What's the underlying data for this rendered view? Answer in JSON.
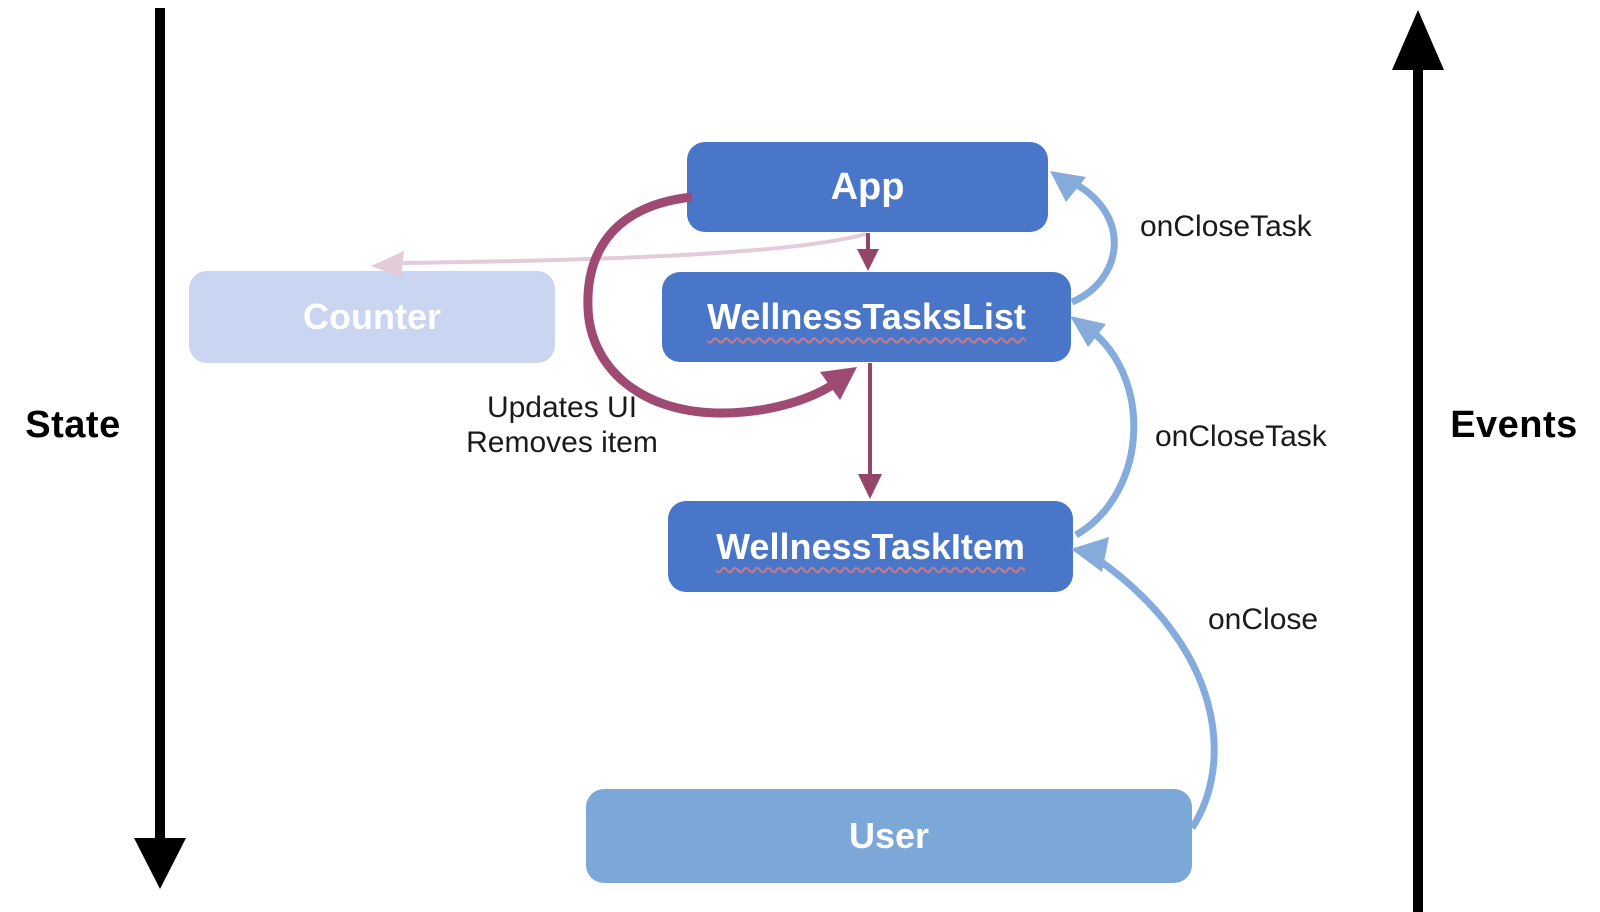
{
  "axes": {
    "state": {
      "label": "State",
      "direction": "down"
    },
    "events": {
      "label": "Events",
      "direction": "up"
    }
  },
  "nodes": {
    "app": {
      "label": "App"
    },
    "counter": {
      "label": "Counter"
    },
    "tasks_list": {
      "label": "WellnessTasksList"
    },
    "task_item": {
      "label": "WellnessTaskItem"
    },
    "user": {
      "label": "User"
    }
  },
  "annotations": {
    "loop_note_line1": "Updates UI",
    "loop_note_line2": "Removes item",
    "event_label_list_to_app": "onCloseTask",
    "event_label_item_to_list": "onCloseTask",
    "event_label_user_to_item": "onClose"
  },
  "edges": {
    "state_flow": [
      {
        "from": "App",
        "to": "WellnessTasksList"
      },
      {
        "from": "WellnessTasksList",
        "to": "WellnessTaskItem"
      },
      {
        "from": "App",
        "to": "Counter",
        "style": "faded"
      },
      {
        "from": "App",
        "to": "WellnessTasksList",
        "style": "thick-loop",
        "note": "Updates UI Removes item"
      }
    ],
    "event_flow": [
      {
        "from": "WellnessTasksList",
        "to": "App",
        "label": "onCloseTask"
      },
      {
        "from": "WellnessTaskItem",
        "to": "WellnessTasksList",
        "label": "onCloseTask"
      },
      {
        "from": "User",
        "to": "WellnessTaskItem",
        "label": "onClose"
      }
    ]
  },
  "colors": {
    "node_primary": "#4a76c9",
    "node_secondary": "#7ba7d9",
    "node_faded": "#c9d5f1",
    "event_arrow": "#85abdc",
    "state_loop": "#9e4a72",
    "state_arrow_thin": "#96456a",
    "state_arrow_faded": "#e3cbd8",
    "axis_arrow": "#000000",
    "background": "#ffffff"
  }
}
